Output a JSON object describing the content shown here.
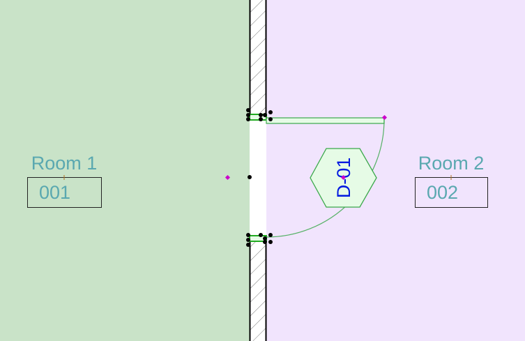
{
  "rooms": [
    {
      "name": "Room 1",
      "number": "001",
      "color": "#c9e3c8"
    },
    {
      "name": "Room 2",
      "number": "002",
      "color": "#f1e4fd"
    }
  ],
  "door": {
    "tag": "D-01",
    "tag_color": "#0018e0",
    "outline_color": "#3aa84a",
    "fill": "#e6fbe6"
  },
  "colors": {
    "wall": "#ffffff",
    "hotspot": "#cc00cc"
  }
}
